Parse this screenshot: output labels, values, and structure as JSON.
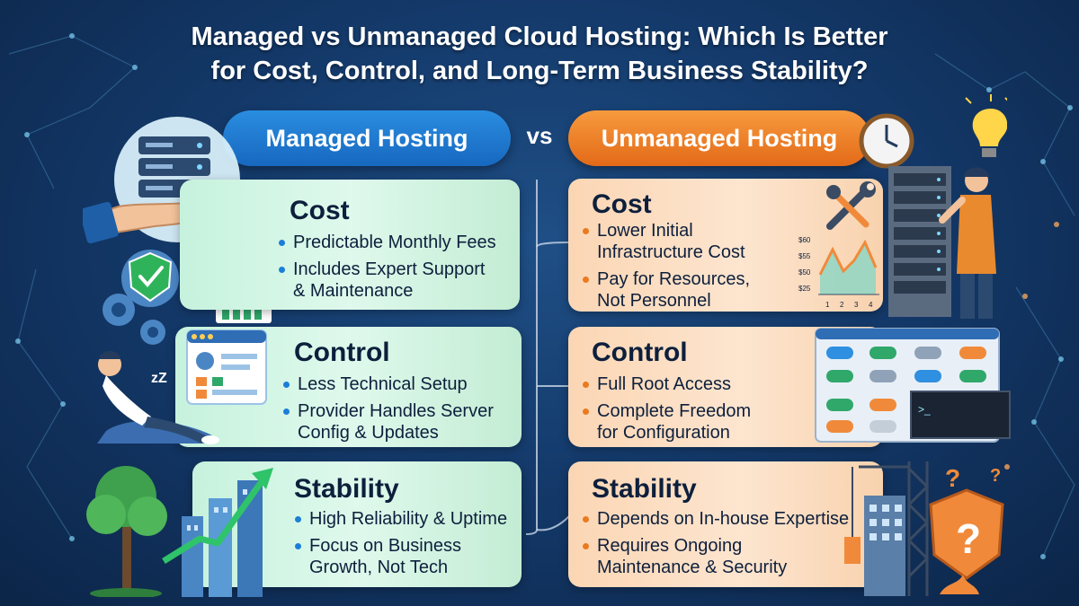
{
  "title": {
    "line1": "Managed vs Unmanaged Cloud Hosting: Which Is Better",
    "line2": "for Cost, Control, and Long-Term Business Stability?"
  },
  "managed": {
    "label": "Managed Hosting",
    "sections": [
      {
        "heading": "Cost",
        "items": [
          "Predictable Monthly Fees",
          "Includes Expert Support",
          "& Maintenance"
        ]
      },
      {
        "heading": "Control",
        "items": [
          "Less Technical Setup",
          "Provider Handles Server",
          "Config & Updates"
        ]
      },
      {
        "heading": "Stability",
        "items": [
          "High Reliability & Uptime",
          "Focus on Business",
          "Growth, Not Tech"
        ]
      }
    ]
  },
  "vs_label": "vs",
  "unmanaged": {
    "label": "Unmanaged Hosting",
    "sections": [
      {
        "heading": "Cost",
        "items": [
          "Lower Initial",
          "Infrastructure Cost",
          "Pay for Resources,",
          "Not Personnel"
        ]
      },
      {
        "heading": "Control",
        "items": [
          "Full Root Access",
          "Complete Freedom",
          "for Configuration"
        ]
      },
      {
        "heading": "Stability",
        "items": [
          "Depends on In-house Expertise",
          "Requires Ongoing",
          "Maintenance & Security"
        ]
      }
    ]
  },
  "mini_chart": {
    "y_ticks": [
      "$60",
      "$55",
      "$50",
      "$25"
    ],
    "x_ticks": [
      "1",
      "2",
      "3",
      "4"
    ]
  },
  "terminal_prompt": ">_",
  "icons": {
    "managed_cost": "hand-server-icon",
    "managed_control": "relaxed-person-icon",
    "managed_stability": "tree-growth-icon",
    "unmanaged_cost": "engineer-server-rack-icon",
    "unmanaged_control": "toggle-panel-icon",
    "unmanaged_stability": "shield-question-icon"
  },
  "colors": {
    "managed_accent": "#1b7fd8",
    "unmanaged_accent": "#ea7a20",
    "managed_card": "#d3f5e4",
    "unmanaged_card": "#fcdcbf"
  }
}
